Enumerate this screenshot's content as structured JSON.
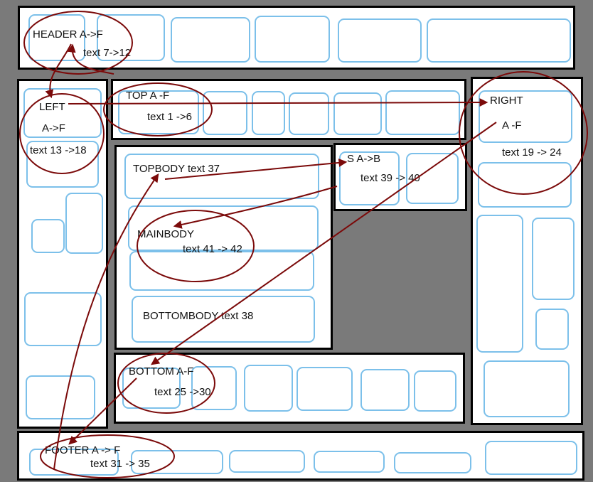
{
  "colors": {
    "background": "#7a7a7a",
    "panel_border": "#000000",
    "cell_border": "#7cc0ea",
    "annotation": "#7b0a0a"
  },
  "labels": {
    "header_title": "HEADER A->F",
    "header_text": "text 7->12",
    "left_title": "LEFT",
    "left_range": "A->F",
    "left_text": "text 13 ->18",
    "top_title": "TOP A -F",
    "top_text": "text 1 ->6",
    "right_title": "RIGHT",
    "right_range": "A -F",
    "right_text": "text 19 -> 24",
    "topbody": "TOPBODY  text 37",
    "side_title": "S A->B",
    "side_text": "text 39 -> 40",
    "mainbody_title": "MAINBODY",
    "mainbody_text": "text 41 -> 42",
    "bottombody": "BOTTOMBODY text 38",
    "bottom_title": "BOTTOM A-F",
    "bottom_text": "text 25 ->30",
    "footer_title": "FOOTER A -> F",
    "footer_text": "text 31 -> 35"
  }
}
